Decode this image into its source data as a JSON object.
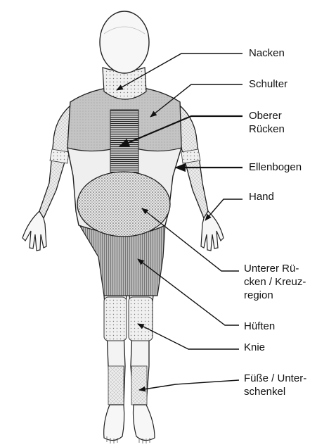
{
  "labels": {
    "neck": {
      "lines": [
        "Nacken"
      ]
    },
    "shoulder": {
      "lines": [
        "Schulter"
      ]
    },
    "upper_back": {
      "lines": [
        "Oberer",
        "Rücken"
      ]
    },
    "elbow": {
      "lines": [
        "Ellenbogen"
      ]
    },
    "hand": {
      "lines": [
        "Hand"
      ]
    },
    "lower_back": {
      "lines": [
        "Unterer Rü-",
        "cken / Kreuz-",
        "region"
      ]
    },
    "hips": {
      "lines": [
        "Hüften"
      ]
    },
    "knee": {
      "lines": [
        "Knie"
      ]
    },
    "feet": {
      "lines": [
        "Füße / Unter-",
        "schenkel"
      ]
    }
  }
}
